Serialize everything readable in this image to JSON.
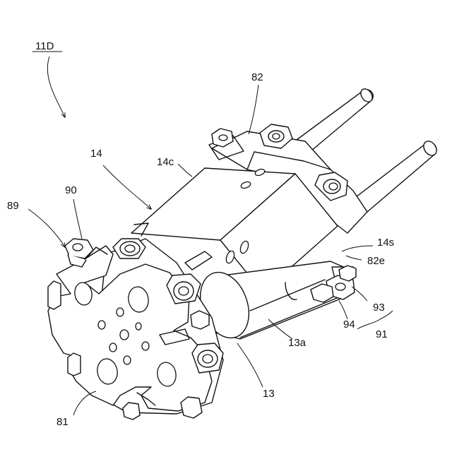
{
  "figure": {
    "title_label": "11D",
    "labels": {
      "l82": "82",
      "l14": "14",
      "l14c": "14c",
      "l90": "90",
      "l89": "89",
      "l14s": "14s",
      "l82e": "82e",
      "l93": "93",
      "l94": "94",
      "l91": "91",
      "l13a": "13a",
      "l13": "13",
      "l81": "81"
    }
  }
}
